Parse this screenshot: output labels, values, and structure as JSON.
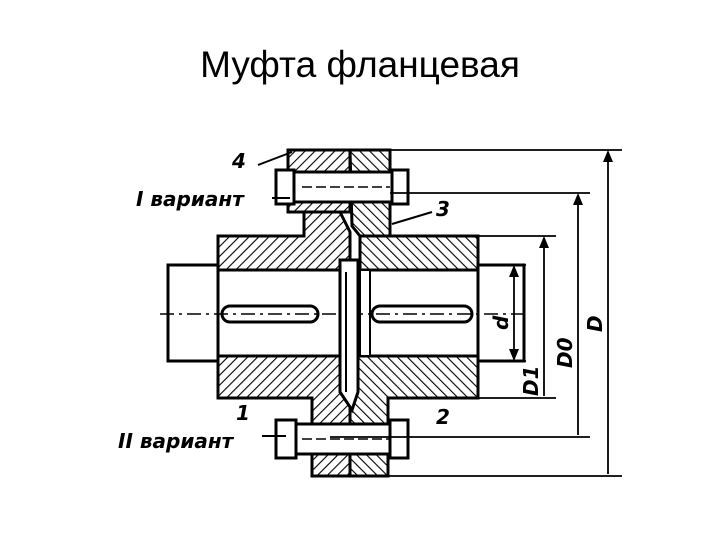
{
  "slide": {
    "title": "Муфта фланцевая"
  },
  "diagram": {
    "part_labels": {
      "p1": "1",
      "p2": "2",
      "p3": "3",
      "p4": "4"
    },
    "variant_labels": {
      "variant_1": "I вариант",
      "variant_2": "II вариант"
    },
    "dimension_labels": {
      "d": "d",
      "D1": "D1",
      "D0": "D0",
      "D": "D"
    },
    "colors": {
      "line": "#000000",
      "background": "#ffffff"
    }
  }
}
